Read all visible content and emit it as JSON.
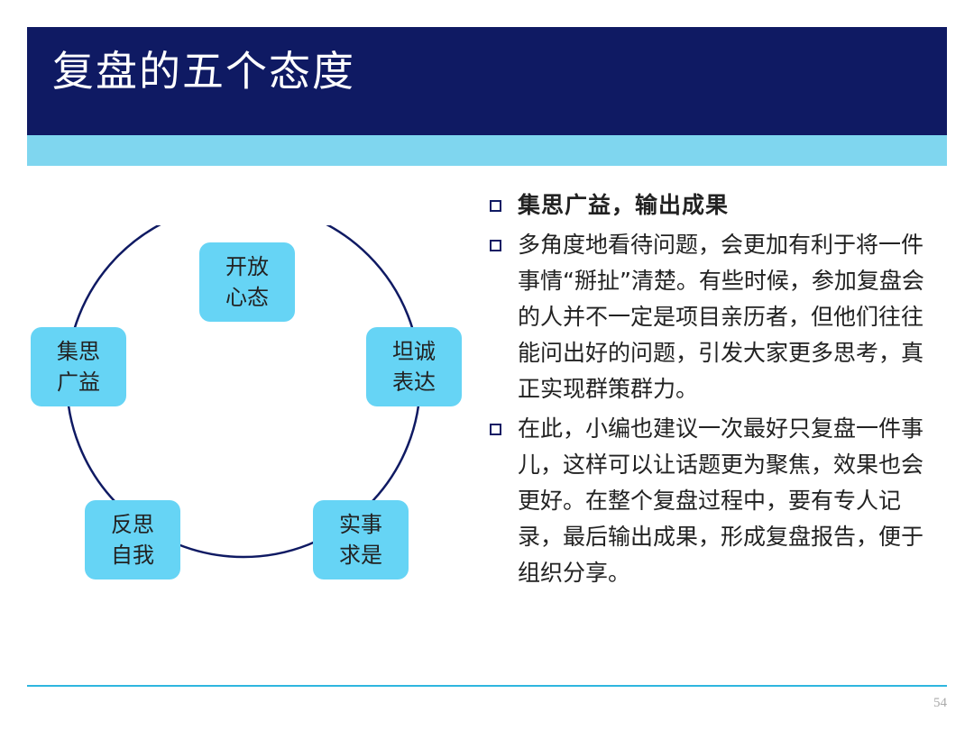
{
  "slide": {
    "title": "复盘的五个态度",
    "page_number": "54"
  },
  "diagram": {
    "nodes": [
      {
        "line1": "开放",
        "line2": "心态"
      },
      {
        "line1": "坦诚",
        "line2": "表达"
      },
      {
        "line1": "实事",
        "line2": "求是"
      },
      {
        "line1": "反思",
        "line2": "自我"
      },
      {
        "line1": "集思",
        "line2": "广益"
      }
    ]
  },
  "bullets": [
    {
      "text": "集思广益，输出成果"
    },
    {
      "text": "多角度地看待问题，会更加有利于将一件事情“掰扯”清楚。有些时候，参加复盘会的人并不一定是项目亲历者，但他们往往能问出好的问题，引发大家更多思考，真正实现群策群力。"
    },
    {
      "text": "在此，小编也建议一次最好只复盘一件事儿，这样可以让话题更为聚焦，效果也会更好。在整个复盘过程中，要有专人记录，最后输出成果，形成复盘报告，便于组织分享。"
    }
  ],
  "colors": {
    "header": "#0f1a63",
    "accent": "#7fd6ef",
    "node_fill": "#66d4f5",
    "circle_stroke": "#0f1a63"
  }
}
